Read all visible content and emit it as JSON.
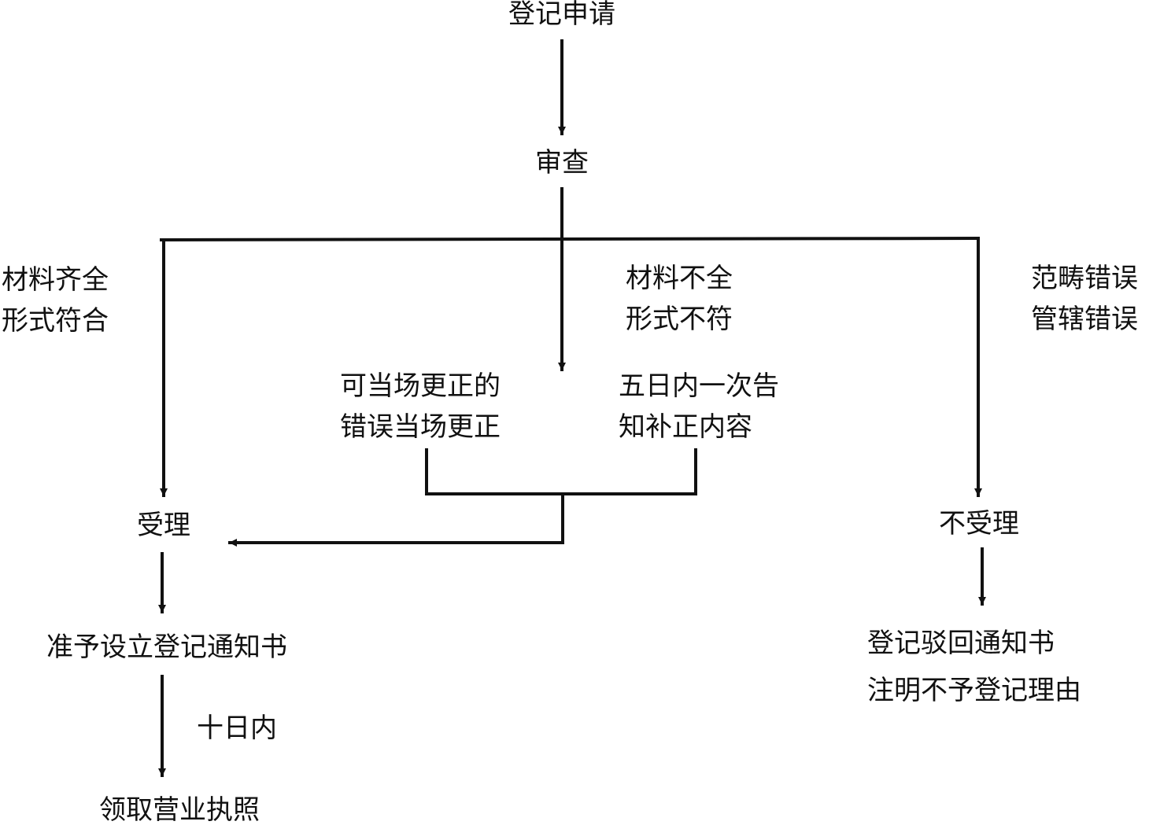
{
  "nodes": {
    "apply": "登记申请",
    "review": "审查",
    "accept": "受理",
    "reject": "不受理",
    "notice_ok": "准予设立登记通知书",
    "license": "领取营业执照",
    "reject_notice": [
      "登记驳回通知书",
      "注明不予登记理由"
    ],
    "fix_on_site": [
      "可当场更正的",
      "错误当场更正"
    ],
    "inform_in_5_days": [
      "五日内一次告",
      "知补正内容"
    ]
  },
  "edge_labels": {
    "complete": [
      "材料齐全",
      "形式符合"
    ],
    "incomplete": [
      "材料不全",
      "形式不符"
    ],
    "wrong_scope": [
      "范畴错误",
      "管辖错误"
    ],
    "within_10_days": "十日内"
  },
  "colors": {
    "line": "#111111",
    "text": "#111111",
    "background": "#ffffff"
  }
}
